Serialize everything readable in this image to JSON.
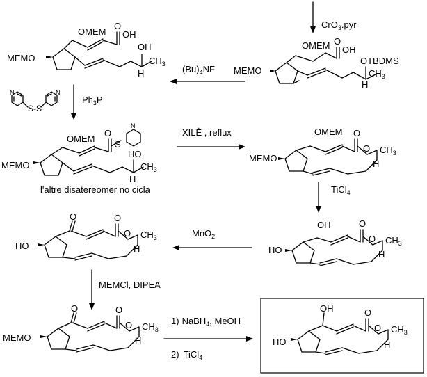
{
  "conditions": {
    "oxidation_top": {
      "text": "CrO",
      "sub": "3",
      "tail": ".pyr"
    },
    "deprotection": {
      "text": "(Bu)",
      "sub": "4",
      "tail": "NF"
    },
    "thioester_reagent": "S-S",
    "phosphine": {
      "text": "Ph",
      "sub": "3",
      "tail": "P"
    },
    "macrocyclization": "XILÈ , reflux",
    "mem_removal": {
      "text": "TiCl",
      "sub": "4"
    },
    "allylic_oxidation": {
      "text": "MnO",
      "sub": "2"
    },
    "protection": "MEMCl, DIPEA",
    "reduction_step1": {
      "num": "1)",
      "text": "NaBH",
      "sub": "4",
      "tail": ", MeOH"
    },
    "reduction_step2": {
      "num": "2)",
      "text": "TiCl",
      "sub": "4"
    }
  },
  "notes": {
    "diastereomer_note": "l'altre disatereomer no cicla"
  },
  "atom_labels": {
    "OMEM": "OMEM",
    "MEMO": "MEMO",
    "OH": "OH",
    "HO": "HO",
    "O": "O",
    "S": "S",
    "N": "N",
    "H": "H",
    "CH3": {
      "text": "CH",
      "sub": "3"
    },
    "OTBDMS": "OTBDMS",
    "carboxylic_acid": "O",
    "acid_OH": "OH"
  }
}
